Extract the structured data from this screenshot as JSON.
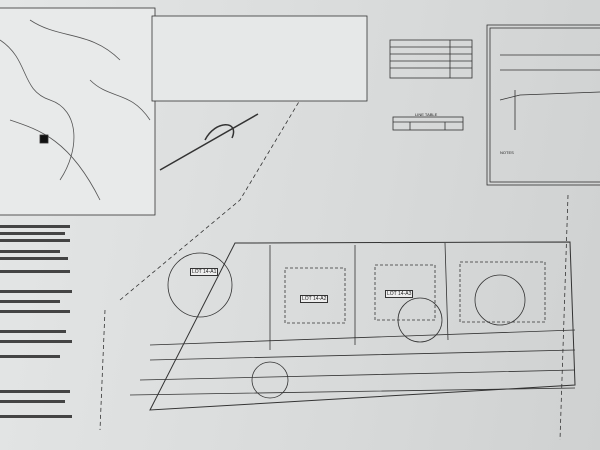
{
  "drawing": {
    "lots": [
      "LOT 14-A1",
      "LOT 14-A2",
      "LOT 14-A3"
    ],
    "tables": {
      "line_table_title": "LINE TABLE",
      "notes_title": "NOTES"
    }
  }
}
